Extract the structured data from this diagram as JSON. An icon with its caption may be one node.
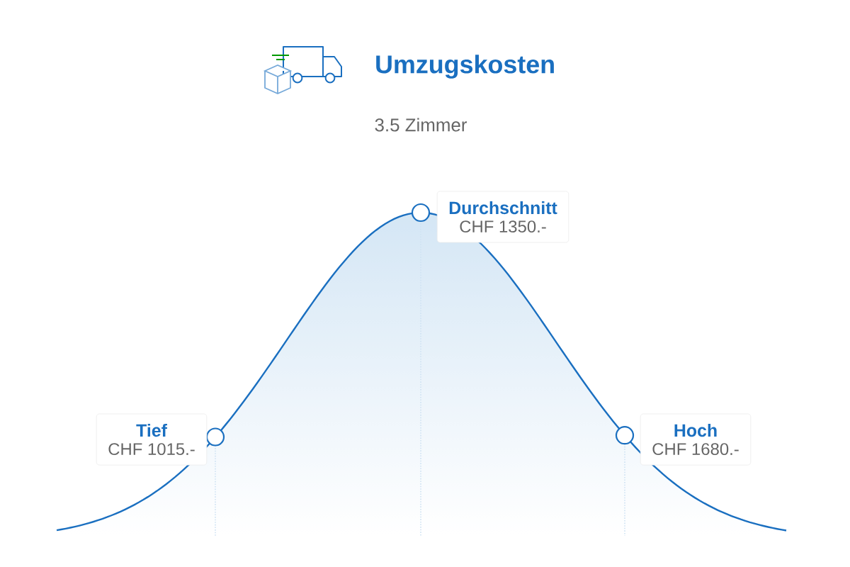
{
  "diagram": {
    "title": "Umzugskosten",
    "nodes": [
      {
        "text": [
          "Tief",
          "CHF 1015.-"
        ]
      },
      {
        "text": [
          "Durchschnitt",
          "CHF 1350.-"
        ]
      },
      {
        "text": [
          "Hoch",
          "CHF 1680.-"
        ]
      }
    ],
    "labels": [
      "3.5 Zimmer"
    ]
  }
}
